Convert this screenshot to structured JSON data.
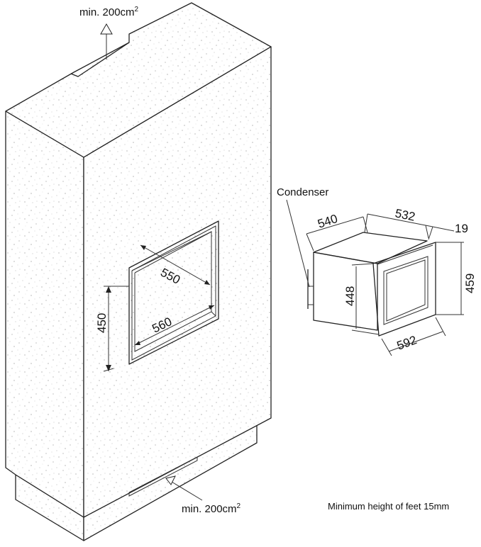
{
  "vent_top": {
    "text": "min. 200cm",
    "sup": "2"
  },
  "vent_bottom": {
    "text": "min. 200cm",
    "sup": "2"
  },
  "niche": {
    "width_top": "550",
    "width_bottom": "560",
    "height": "450"
  },
  "appliance": {
    "condenser_label": "Condenser",
    "depth": "540",
    "body_width": "532",
    "door_thickness": "19",
    "front_height": "448",
    "total_height": "459",
    "front_width": "592"
  },
  "note": "Minimum height of feet 15mm"
}
